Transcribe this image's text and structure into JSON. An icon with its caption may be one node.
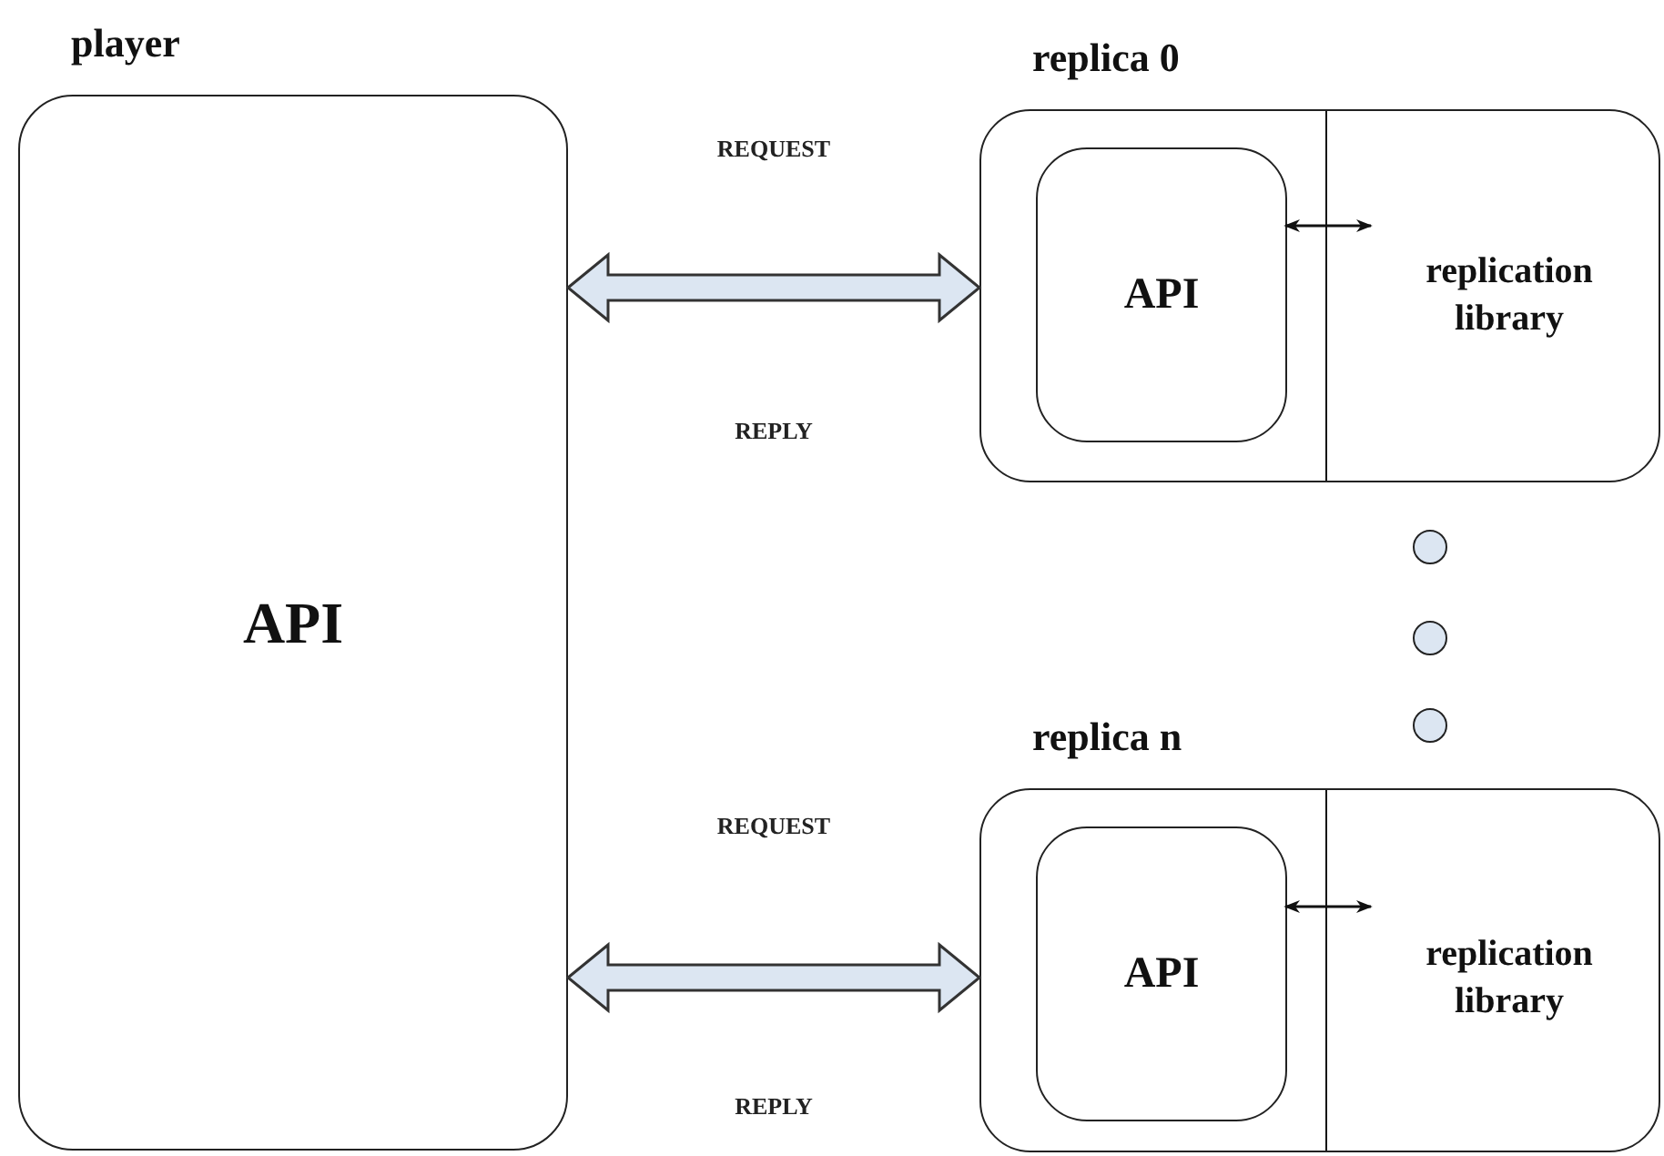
{
  "diagram": {
    "nodes": [
      {
        "text": [
          "player",
          "API"
        ]
      },
      {
        "text": [
          "replica 0"
        ]
      },
      {
        "text": [
          "API"
        ],
        "in": 1
      },
      {
        "text": [
          "replication library"
        ],
        "in": 1
      },
      {
        "text": [],
        "shape": "circle"
      },
      {
        "text": [],
        "shape": "circle"
      },
      {
        "text": [],
        "shape": "circle"
      },
      {
        "text": [
          "replica n"
        ]
      },
      {
        "text": [
          "API"
        ],
        "in": 7
      },
      {
        "text": [
          "replication library"
        ],
        "in": 7
      }
    ],
    "edges": [
      {
        "from": 0,
        "to": 1,
        "arrow": "both",
        "style": "thick"
      },
      {
        "from": 2,
        "to": 3,
        "arrow": "both"
      },
      {
        "from": 0,
        "to": 7,
        "arrow": "both",
        "style": "thick"
      },
      {
        "from": 8,
        "to": 9,
        "arrow": "both"
      }
    ],
    "labels": [
      "REQUEST",
      "REPLY",
      "REQUEST",
      "REPLY"
    ]
  }
}
